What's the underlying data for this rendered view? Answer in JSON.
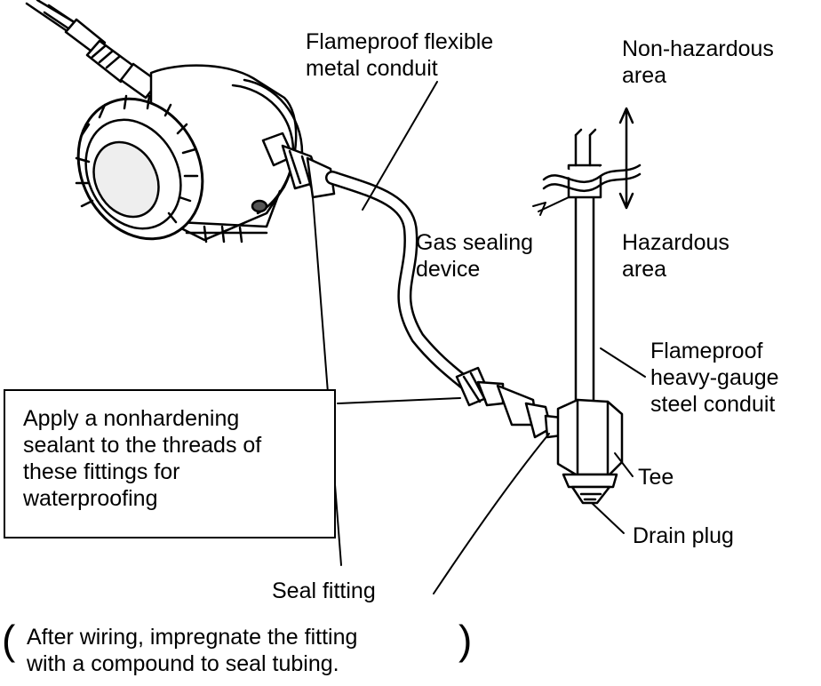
{
  "labels": {
    "flexible_conduit": [
      "Flameproof flexible",
      "metal conduit"
    ],
    "non_hazardous": [
      "Non-hazardous",
      "area"
    ],
    "hazardous": [
      "Hazardous",
      "area"
    ],
    "gas_sealing": [
      "Gas sealing",
      "device"
    ],
    "steel_conduit": [
      "Flameproof",
      "heavy-gauge",
      "steel conduit"
    ],
    "tee": "Tee",
    "drain_plug": "Drain plug",
    "seal_fitting": "Seal fitting"
  },
  "note_box": [
    "Apply a nonhardening",
    "sealant to the threads of",
    "these fittings for",
    "waterproofing"
  ],
  "compound_note": [
    "After wiring, impregnate the fitting",
    "with a compound to seal tubing."
  ]
}
